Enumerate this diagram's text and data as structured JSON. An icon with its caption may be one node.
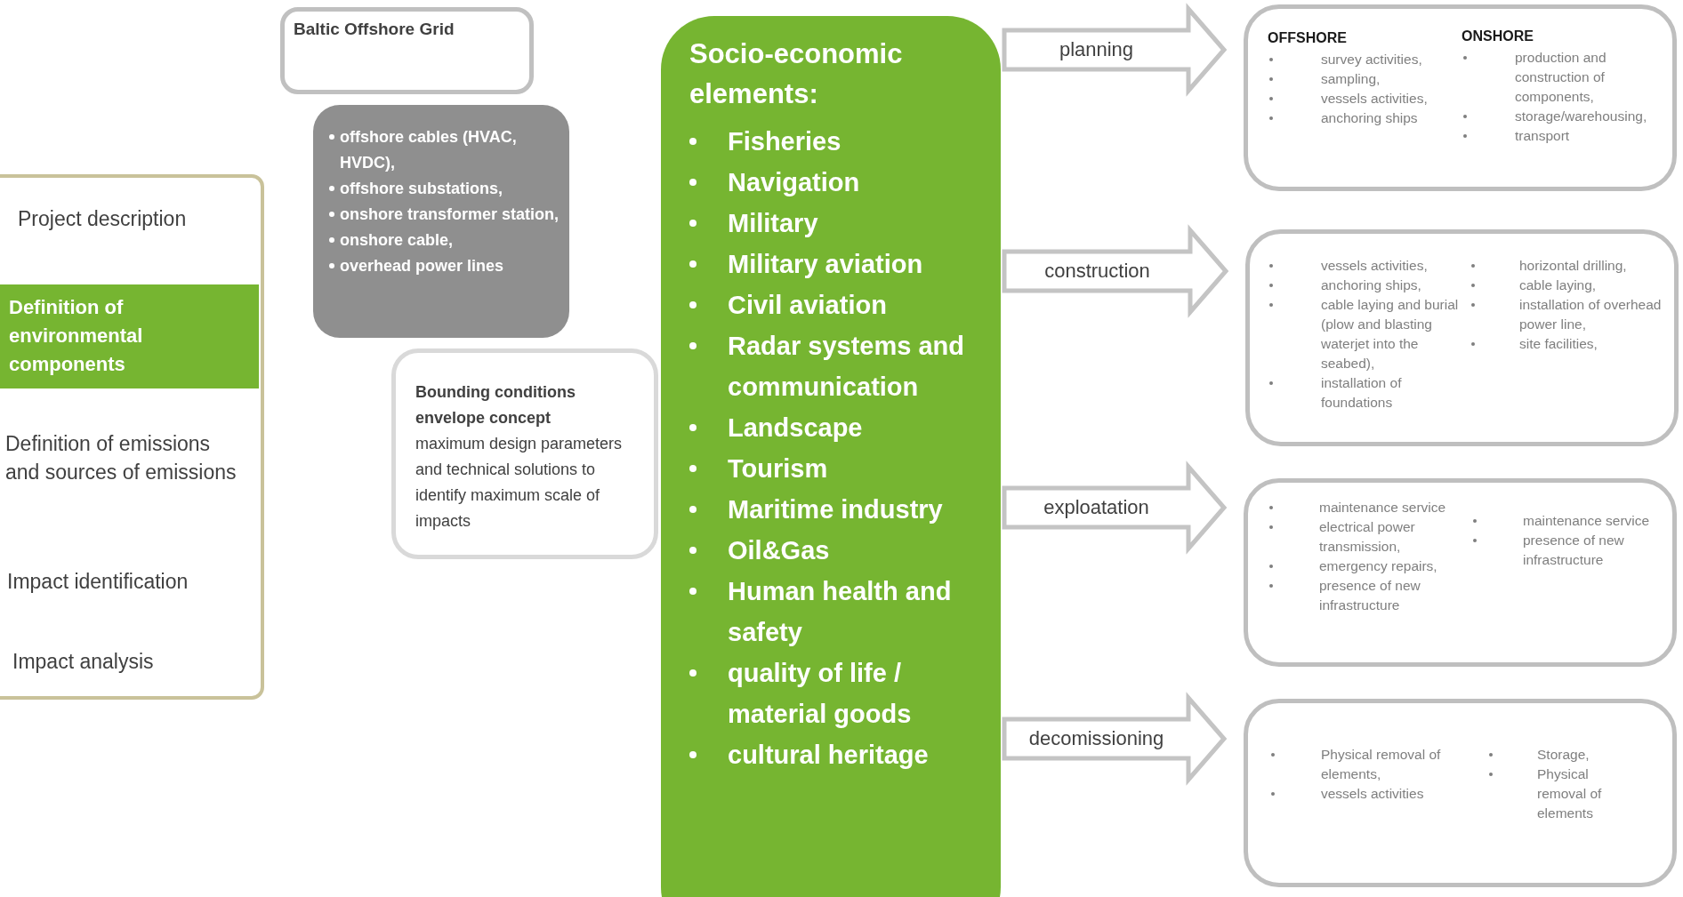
{
  "diagram": {
    "nodes": [
      {
        "text": [
          "Project description",
          "Definition of emissions and sources of emissions",
          "Impact identification",
          "Impact analysis"
        ]
      },
      {
        "text": [
          "Definition of environmental components"
        ],
        "in": 0
      },
      {
        "text": [
          "Baltic Offshore Grid"
        ]
      },
      {
        "text": [
          "offshore cables (HVAC, HVDC),",
          "offshore substations,",
          "onshore transformer station,",
          "onshore cable,",
          "overhead power lines"
        ]
      },
      {
        "text": [
          "Bounding conditions envelope concept",
          "maximum design parameters and technical solutions to identify maximum scale of impacts"
        ]
      },
      {
        "text": [
          "Socio-economic elements:",
          "Fisheries",
          "Navigation",
          "Military",
          "Military aviation",
          "Civil aviation",
          "Radar systems and communication",
          "Landscape",
          "Tourism",
          "Maritime industry",
          "Oil&Gas",
          "Human health and safety",
          "quality of life / material goods",
          "cultural heritage"
        ]
      },
      {
        "text": [
          "OFFSHORE",
          "survey activities,",
          "sampling,",
          "vessels activities,",
          "anchoring ships",
          "ONSHORE",
          "production and construction of components,",
          "storage/warehousing,",
          "transport"
        ]
      },
      {
        "text": [
          "vessels activities,",
          "anchoring ships,",
          "cable laying and burial (plow and blasting waterjet into the seabed),",
          "installation of foundations",
          "horizontal drilling,",
          "cable laying,",
          "installation of overhead power line,",
          "site facilities,"
        ]
      },
      {
        "text": [
          "maintenance service",
          "electrical power transmission,",
          "emergency repairs,",
          "presence of new infrastructure",
          "maintenance service",
          "presence of new infrastructure"
        ]
      },
      {
        "text": [
          "Physical removal of elements,",
          "vessels activities",
          "Storage,",
          "Physical removal of elements"
        ]
      }
    ],
    "edges": [
      {
        "from": 5,
        "to": 6,
        "arrow": "to",
        "label": "planning"
      },
      {
        "from": 5,
        "to": 7,
        "arrow": "to",
        "label": "construction"
      },
      {
        "from": 5,
        "to": 8,
        "arrow": "to",
        "label": "exploatation"
      },
      {
        "from": 5,
        "to": 9,
        "arrow": "to",
        "label": "decomissioning"
      }
    ]
  }
}
